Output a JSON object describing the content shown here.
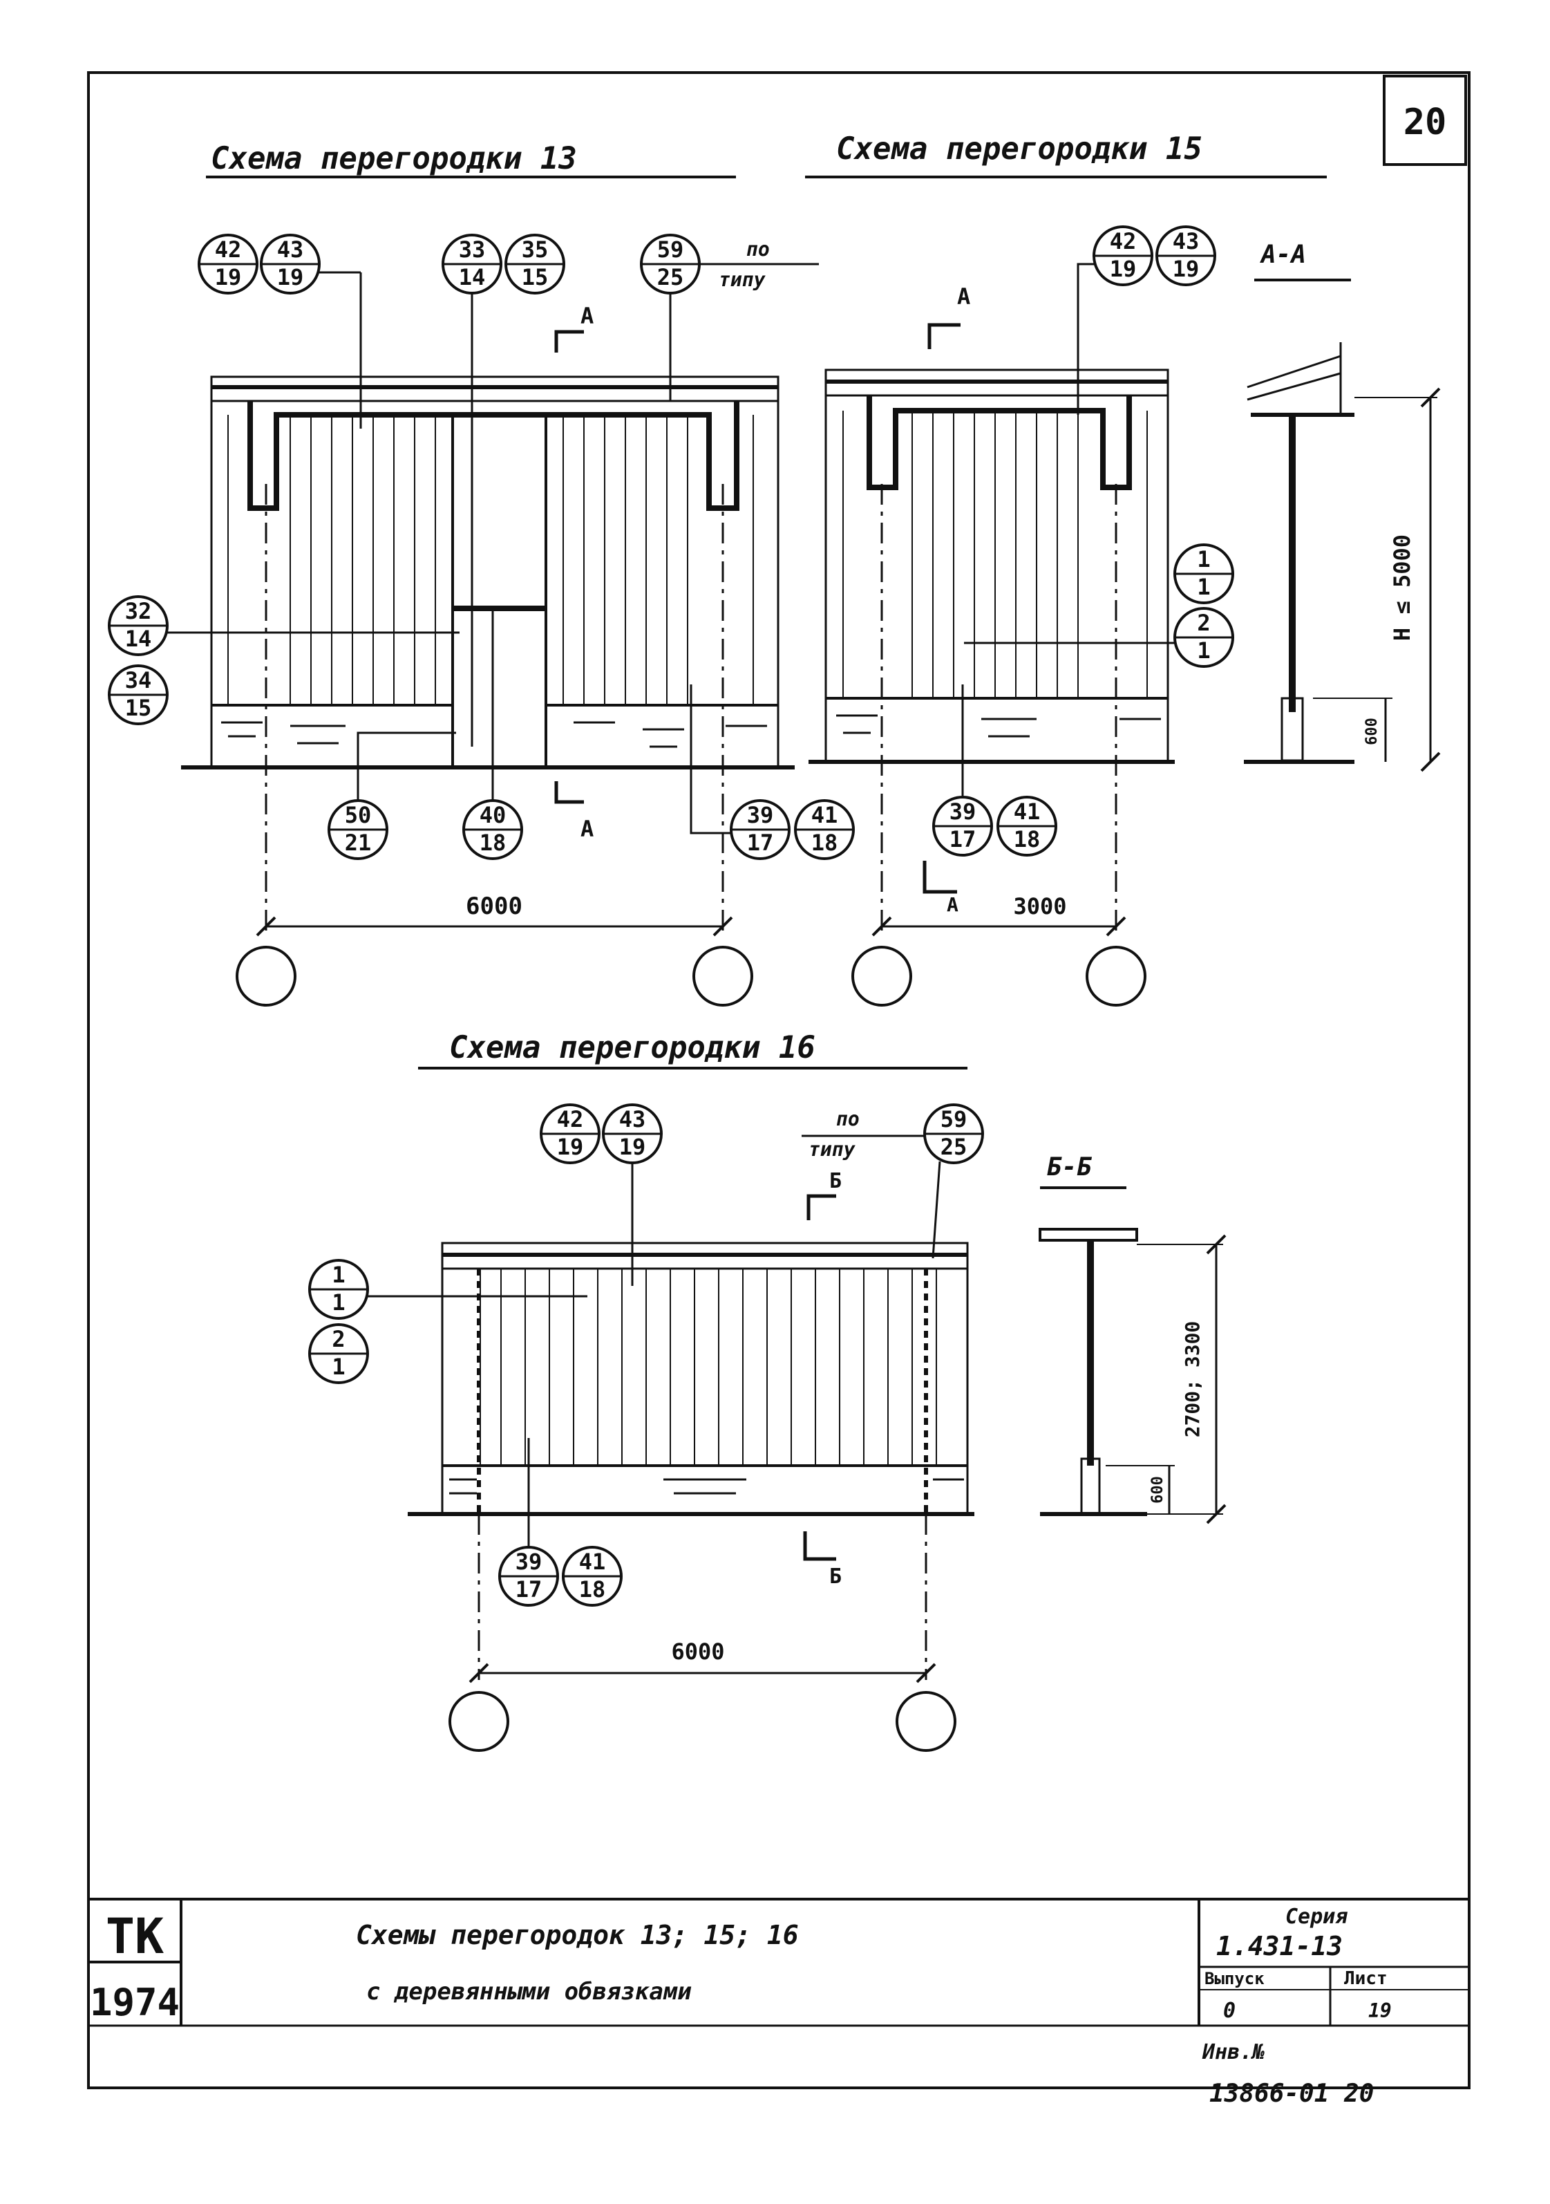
{
  "sheet": {
    "page_number": "20"
  },
  "schemes": [
    {
      "title": "Схема перегородки 13",
      "section_mark": "А",
      "dimension": "6000",
      "callouts": [
        {
          "top": "42",
          "bottom": "19"
        },
        {
          "top": "43",
          "bottom": "19"
        },
        {
          "top": "33",
          "bottom": "14"
        },
        {
          "top": "35",
          "bottom": "15"
        },
        {
          "top": "59",
          "bottom": "25"
        },
        {
          "top": "32",
          "bottom": "14"
        },
        {
          "top": "34",
          "bottom": "15"
        },
        {
          "top": "50",
          "bottom": "21"
        },
        {
          "top": "40",
          "bottom": "18"
        },
        {
          "top": "39",
          "bottom": "17"
        },
        {
          "top": "41",
          "bottom": "18"
        }
      ],
      "note_top": "по",
      "note_bottom": "типу"
    },
    {
      "title": "Схема перегородки 15",
      "section_mark": "А",
      "dimension": "3000",
      "callouts": [
        {
          "top": "42",
          "bottom": "19"
        },
        {
          "top": "43",
          "bottom": "19"
        },
        {
          "top": "1",
          "bottom": "1"
        },
        {
          "top": "2",
          "bottom": "1"
        },
        {
          "top": "39",
          "bottom": "17"
        },
        {
          "top": "41",
          "bottom": "18"
        }
      ]
    },
    {
      "title": "Схема перегородки 16",
      "section_mark": "Б",
      "dimension": "6000",
      "callouts": [
        {
          "top": "42",
          "bottom": "19"
        },
        {
          "top": "43",
          "bottom": "19"
        },
        {
          "top": "59",
          "bottom": "25"
        },
        {
          "top": "1",
          "bottom": "1"
        },
        {
          "top": "2",
          "bottom": "1"
        },
        {
          "top": "39",
          "bottom": "17"
        },
        {
          "top": "41",
          "bottom": "18"
        }
      ],
      "note_top": "по",
      "note_bottom": "типу"
    }
  ],
  "sections": [
    {
      "title": "А-А",
      "height_label": "Н ≤ 5000",
      "base_label": "600"
    },
    {
      "title": "Б-Б",
      "height_label": "2700; 3300",
      "base_label": "600"
    }
  ],
  "title_block": {
    "org": "ТК",
    "year": "1974",
    "title_line1": "Схемы перегородок 13; 15; 16",
    "title_line2": "с деревянными обвязками",
    "series_label": "Серия",
    "series_value": "1.431-13",
    "issue_label": "Выпуск",
    "issue_value": "0",
    "sheet_label": "Лист",
    "sheet_value": "19",
    "inv_label": "Инв.№",
    "inv_value": "13866-01 20"
  }
}
